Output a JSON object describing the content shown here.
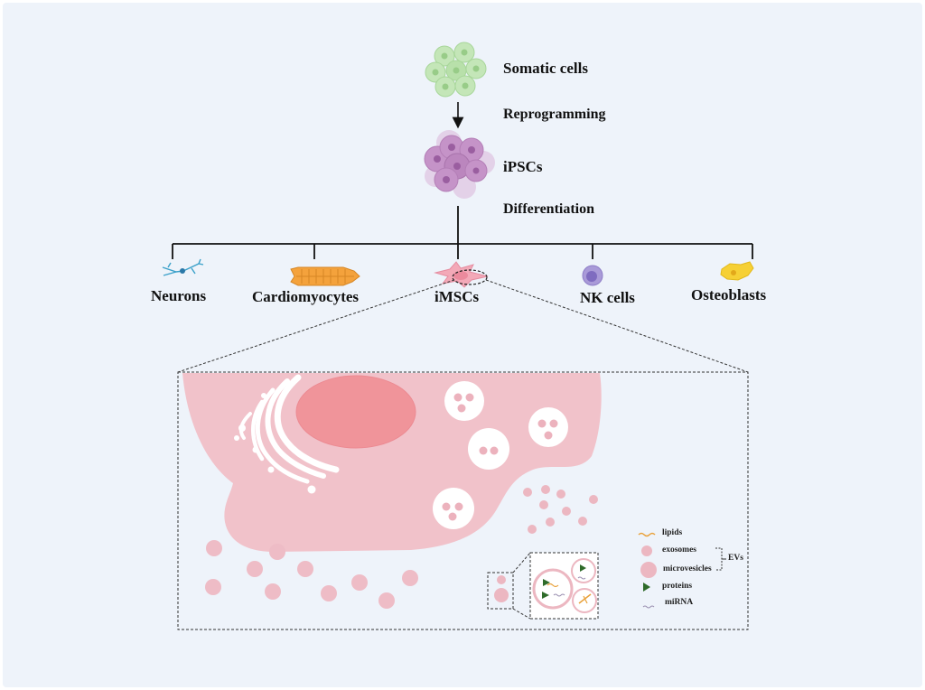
{
  "flow": {
    "somatic": "Somatic cells",
    "reprogramming": "Reprogramming",
    "ipsc": "iPSCs",
    "differentiation": "Differentiation"
  },
  "cell_types": [
    {
      "label": "Neurons"
    },
    {
      "label": "Cardiomyocytes"
    },
    {
      "label": "iMSCs"
    },
    {
      "label": "NK cells"
    },
    {
      "label": "Osteoblasts"
    }
  ],
  "legend": {
    "lipids": "lipids",
    "exosomes": "exosomes",
    "microvesicles": "microvesicles",
    "evs": "EVs",
    "proteins": "proteins",
    "mirna": "miRNA"
  },
  "colors": {
    "background": "#eef3fa",
    "somatic": "#bfe3b4",
    "ipsc": "#c99ac9",
    "cell_body": "#f1c3cb",
    "nucleus": "#f0949a",
    "vesicle": "#eab5bf",
    "protein": "#2e6b2a",
    "lipid": "#e9a13a"
  }
}
